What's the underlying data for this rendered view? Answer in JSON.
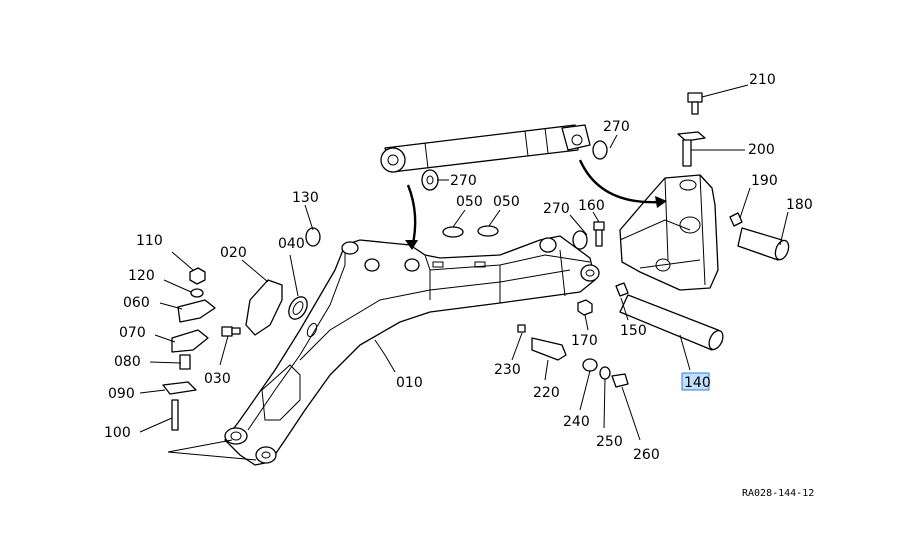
{
  "figure": {
    "reference_code": "RA028-144-12",
    "highlighted_callout": "140"
  },
  "callouts": [
    {
      "id": "c010",
      "label": "010"
    },
    {
      "id": "c020",
      "label": "020"
    },
    {
      "id": "c030",
      "label": "030"
    },
    {
      "id": "c040",
      "label": "040"
    },
    {
      "id": "c050a",
      "label": "050"
    },
    {
      "id": "c050b",
      "label": "050"
    },
    {
      "id": "c060",
      "label": "060"
    },
    {
      "id": "c070",
      "label": "070"
    },
    {
      "id": "c080",
      "label": "080"
    },
    {
      "id": "c090",
      "label": "090"
    },
    {
      "id": "c100",
      "label": "100"
    },
    {
      "id": "c110",
      "label": "110"
    },
    {
      "id": "c120",
      "label": "120"
    },
    {
      "id": "c130",
      "label": "130"
    },
    {
      "id": "c140",
      "label": "140"
    },
    {
      "id": "c150",
      "label": "150"
    },
    {
      "id": "c160",
      "label": "160"
    },
    {
      "id": "c170",
      "label": "170"
    },
    {
      "id": "c180",
      "label": "180"
    },
    {
      "id": "c190",
      "label": "190"
    },
    {
      "id": "c200",
      "label": "200"
    },
    {
      "id": "c210",
      "label": "210"
    },
    {
      "id": "c220",
      "label": "220"
    },
    {
      "id": "c230",
      "label": "230"
    },
    {
      "id": "c240",
      "label": "240"
    },
    {
      "id": "c250",
      "label": "250"
    },
    {
      "id": "c260",
      "label": "260"
    },
    {
      "id": "c270a",
      "label": "270"
    },
    {
      "id": "c270b",
      "label": "270"
    },
    {
      "id": "c270c",
      "label": "270"
    }
  ]
}
